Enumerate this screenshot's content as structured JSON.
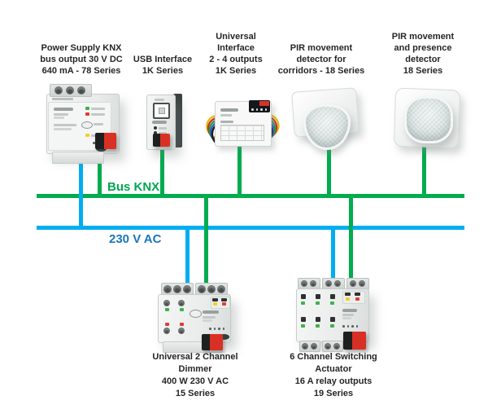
{
  "buses": {
    "knx": {
      "label": "Bus KNX",
      "line_color": "#00ac4e",
      "label_color": "#00a651"
    },
    "mains": {
      "label": "230 V AC",
      "line_color": "#00aeef",
      "label_color": "#1b75bc"
    }
  },
  "labels": {
    "power_supply": [
      "Power Supply KNX",
      "bus output 30 V DC",
      "640 mA - 78 Series"
    ],
    "usb_interface": [
      "USB Interface",
      "1K Series"
    ],
    "universal_interface": [
      "Universal",
      "Interface",
      "2 - 4 outputs",
      "1K Series"
    ],
    "pir_corridor": [
      "PIR movement",
      "detector for",
      "corridors - 18 Series"
    ],
    "pir_presence": [
      "PIR movement",
      "and presence",
      "detector",
      "18 Series"
    ],
    "dimmer": [
      "Universal 2 Channel",
      "Dimmer",
      "400 W 230 V AC",
      "15 Series"
    ],
    "actuator": [
      "6 Channel Switching",
      "Actuator",
      "16 A relay outputs",
      "19 Series"
    ]
  }
}
